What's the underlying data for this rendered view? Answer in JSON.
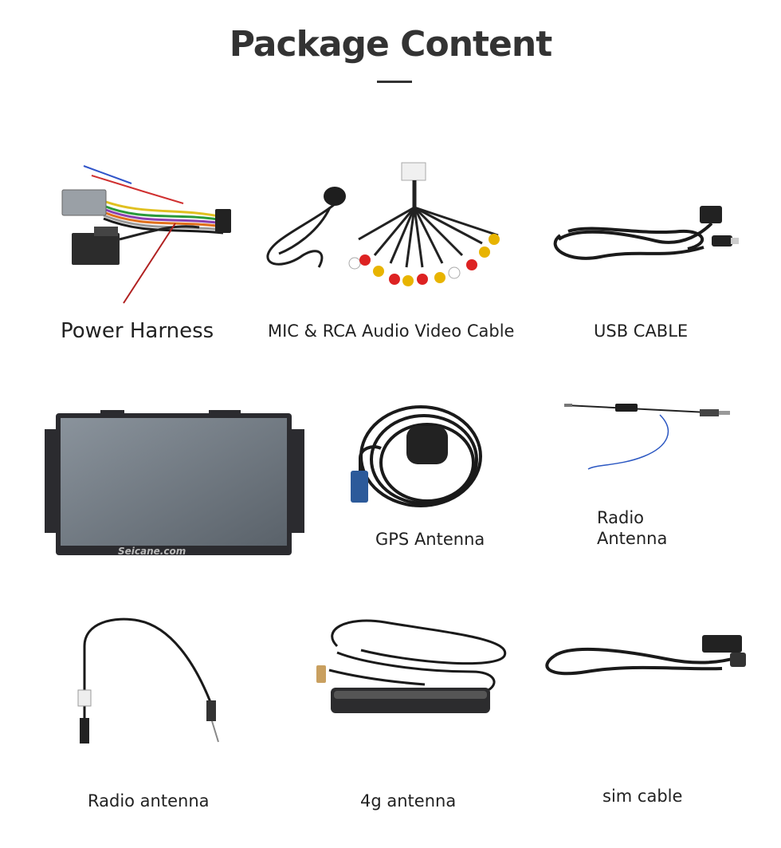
{
  "title": "Package Content",
  "screen_brand": "Seicane.com",
  "items": [
    {
      "label": "Power Harness",
      "icon": "power-harness"
    },
    {
      "label": "MIC & RCA Audio Video Cable",
      "icon": "rca-cable"
    },
    {
      "label": "USB CABLE",
      "icon": "usb-cable"
    },
    {
      "label": "",
      "icon": "head-unit-screen"
    },
    {
      "label": "GPS Antenna",
      "icon": "gps-antenna"
    },
    {
      "label_line1": "Radio",
      "label_line2": "Antenna",
      "icon": "radio-antenna-wire"
    },
    {
      "label": "Radio antenna",
      "icon": "radio-antenna-cable"
    },
    {
      "label": "4g antenna",
      "icon": "4g-antenna"
    },
    {
      "label": "sim cable",
      "icon": "sim-cable"
    }
  ],
  "colors": {
    "title": "#333333",
    "screen": "#6b7580",
    "bezel": "#2b2b2f"
  }
}
